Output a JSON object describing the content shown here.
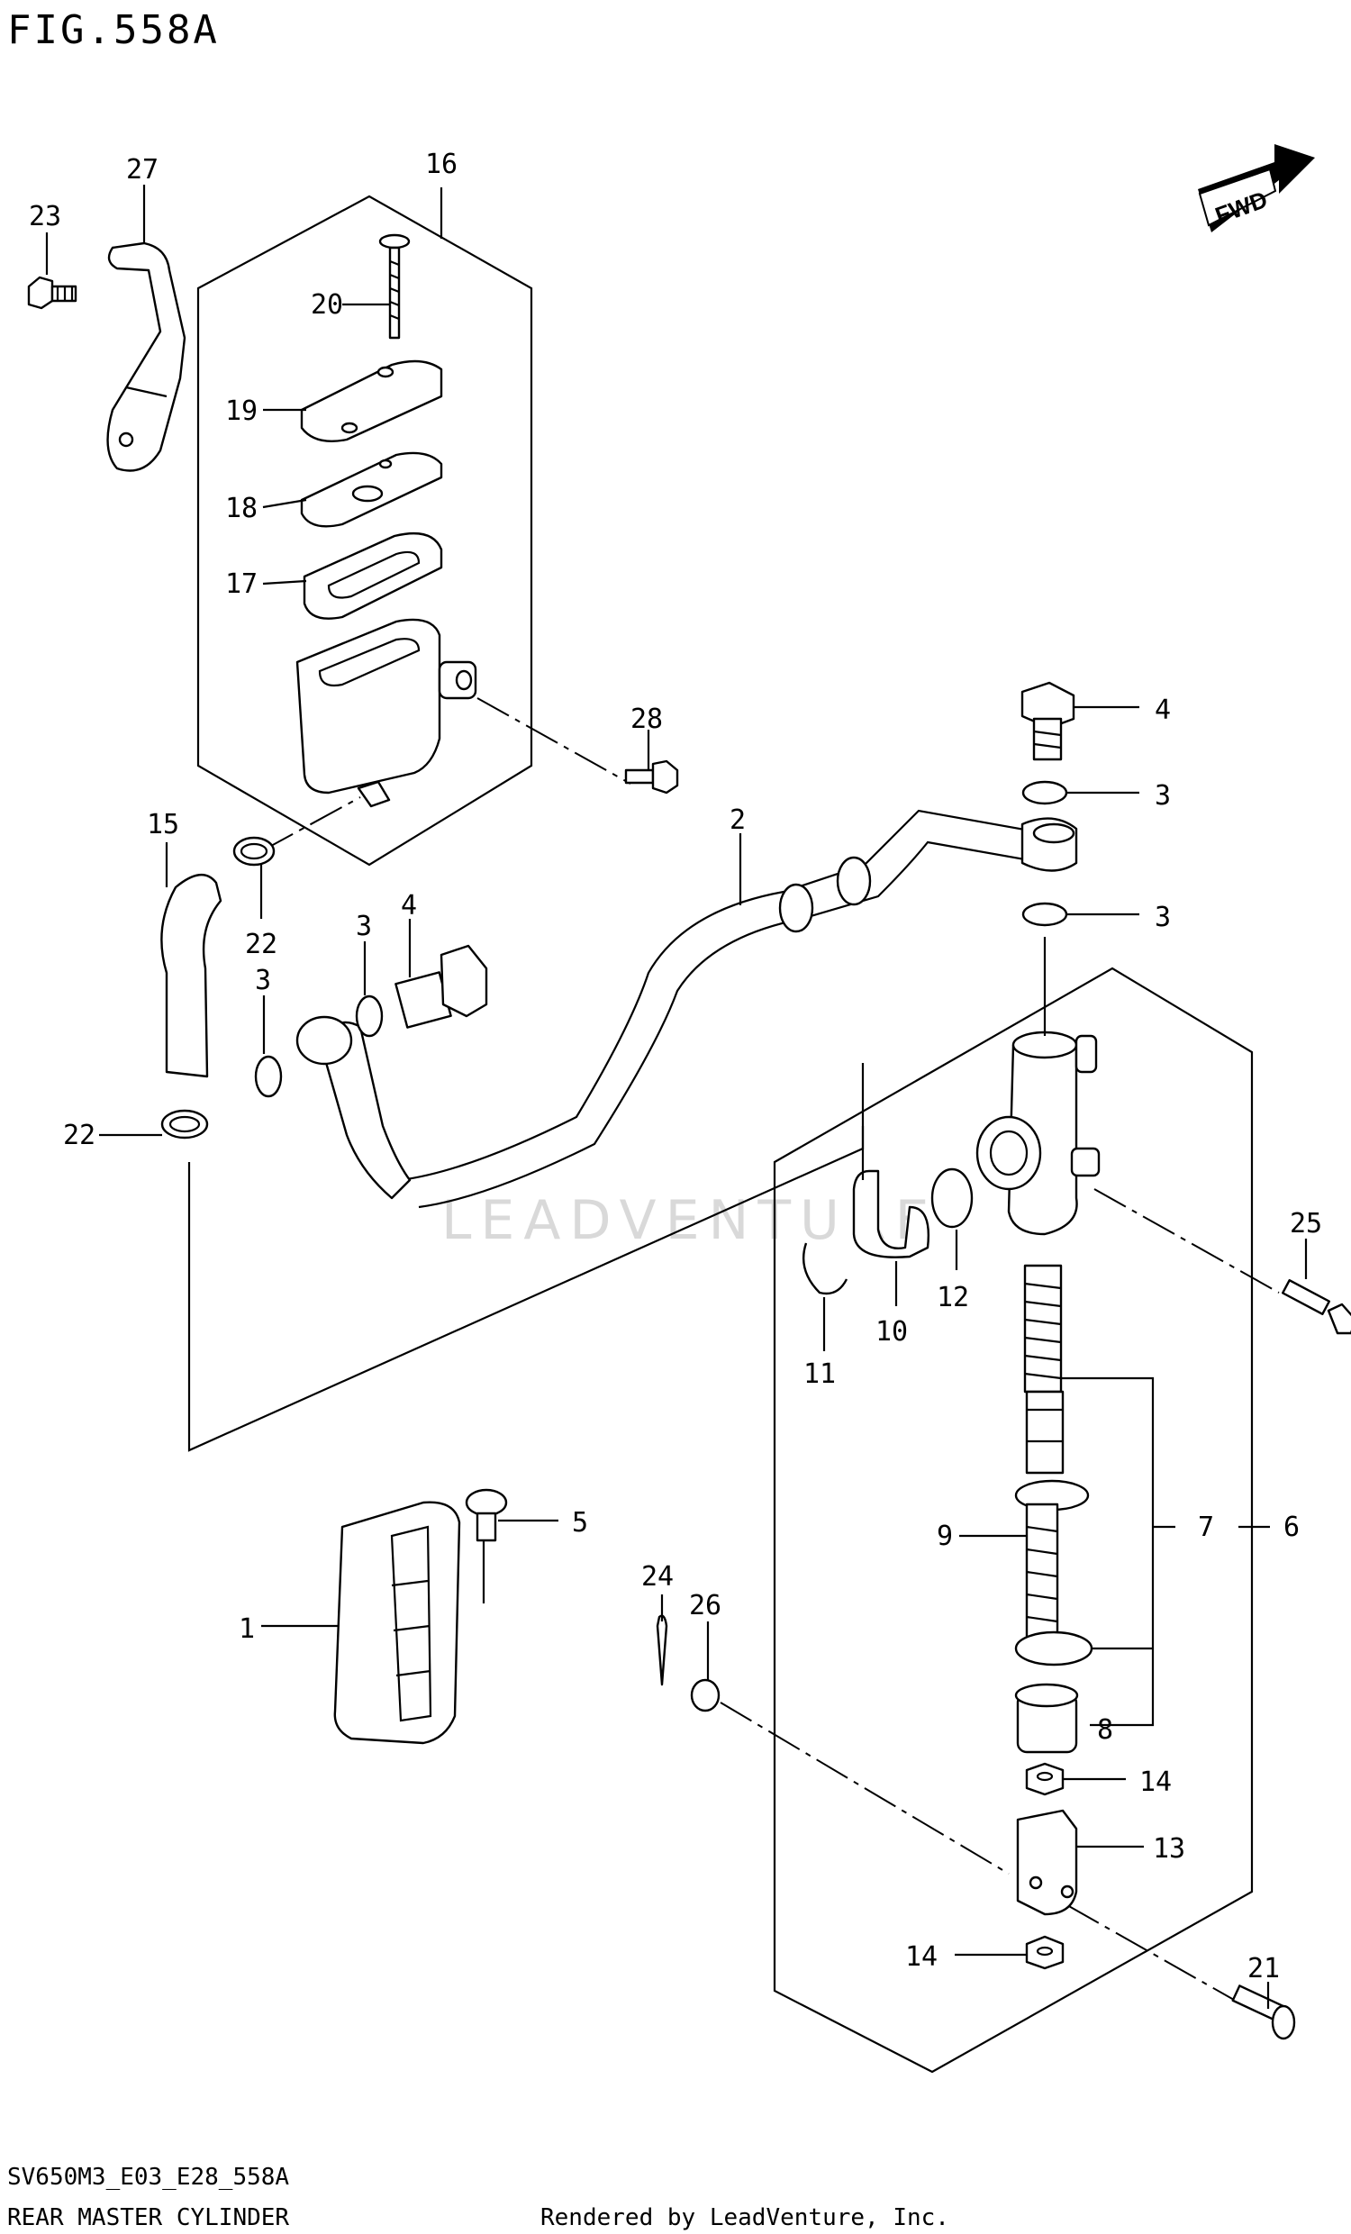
{
  "figure": {
    "title": "FIG.558A",
    "model_code": "SV650M3_E03_E28_558A",
    "section_title": "REAR MASTER CYLINDER",
    "rendered_by": "Rendered by LeadVenture, Inc.",
    "watermark": "LEADVENTURE",
    "fwd_label": "FWD"
  },
  "callouts": {
    "c1": "1",
    "c2": "2",
    "c3a": "3",
    "c3b": "3",
    "c3c": "3",
    "c3d": "3",
    "c4a": "4",
    "c4b": "4",
    "c5": "5",
    "c6": "6",
    "c7": "7",
    "c8": "8",
    "c9": "9",
    "c10": "10",
    "c11": "11",
    "c12": "12",
    "c13": "13",
    "c14a": "14",
    "c14b": "14",
    "c15": "15",
    "c16": "16",
    "c17": "17",
    "c18": "18",
    "c19": "19",
    "c20": "20",
    "c21": "21",
    "c22a": "22",
    "c22b": "22",
    "c23": "23",
    "c24": "24",
    "c25": "25",
    "c26": "26",
    "c27": "27",
    "c28": "28"
  }
}
